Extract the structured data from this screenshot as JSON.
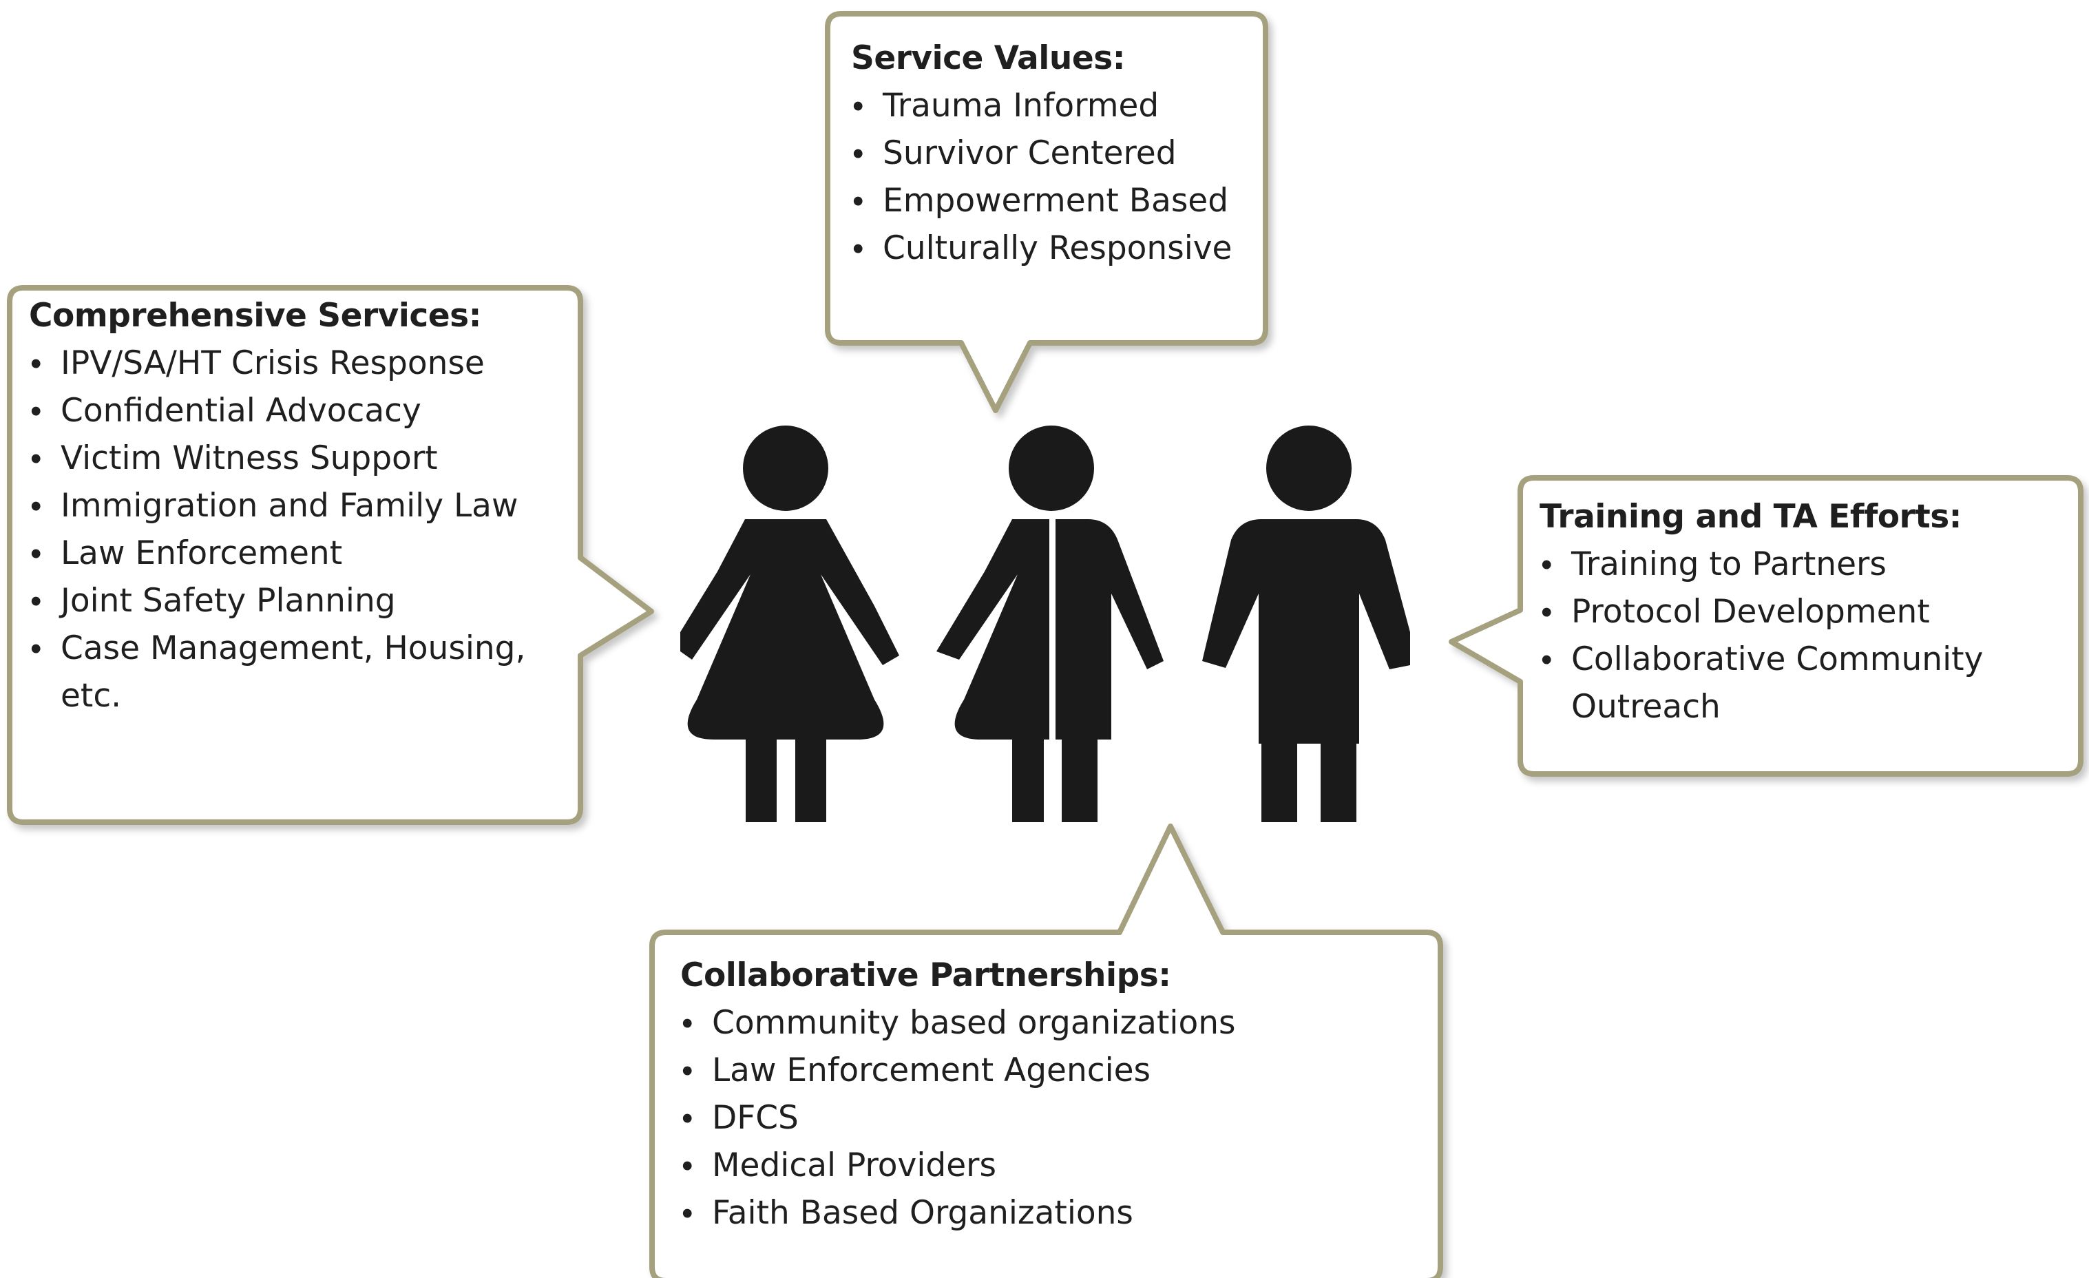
{
  "service_values": {
    "title": "Service Values:",
    "items": [
      "Trauma Informed",
      "Survivor  Centered",
      "Empowerment  Based",
      "Culturally Responsive"
    ]
  },
  "comprehensive_services": {
    "title": "Comprehensive Services:",
    "items": [
      "IPV/SA/HT Crisis Response",
      "Confidential Advocacy",
      "Victim Witness Support",
      "Immigration and Family Law",
      "Law Enforcement",
      "Joint Safety Planning",
      "Case Management, Housing, etc."
    ]
  },
  "training_ta": {
    "title": "Training and TA Efforts:",
    "items": [
      "Training to Partners",
      "Protocol Development",
      "Collaborative Community Outreach"
    ]
  },
  "collaborative_partnerships": {
    "title": "Collaborative Partnerships:",
    "items": [
      "Community  based organizations",
      "Law Enforcement  Agencies",
      "DFCS",
      "Medical Providers",
      "Faith Based Organizations"
    ]
  },
  "colors": {
    "bubble_border": "#a5a17e",
    "bubble_shadow": "#cfcfcf",
    "bubble_fill": "#ffffff",
    "figure": "#1a1a1a",
    "text": "#1f1f1f"
  },
  "icons": [
    "woman-figure-icon",
    "gender-split-figure-icon",
    "man-figure-icon"
  ]
}
